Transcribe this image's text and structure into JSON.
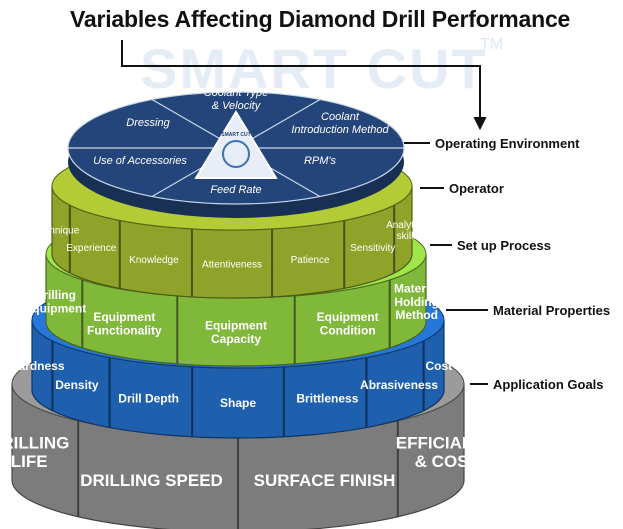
{
  "title": "Variables Affecting Diamond Drill Performance",
  "watermark": "SMART CUT",
  "watermark_tm": "TM",
  "logo_text": "SMART CUT",
  "colors": {
    "top_disc": "#24457a",
    "operator": "#8fa32a",
    "setup": "#80b83a",
    "material": "#1e5fae",
    "application": "#7c7c7c"
  },
  "callouts": {
    "operating_environment": "Operating Environment",
    "operator": "Operator",
    "setup_process": "Set up Process",
    "material_properties": "Material Properties",
    "application_goals": "Application Goals"
  },
  "layers": {
    "top": [
      "Coolant Type & Velocity",
      "Coolant Introduction Method",
      "RPM's",
      "Feed Rate",
      "Use of Accessories",
      "Dressing"
    ],
    "operator": [
      "Technique",
      "Experience",
      "Knowledge",
      "Attentiveness",
      "Patience",
      "Sensitivity",
      "Analytical skills"
    ],
    "setup": [
      "Drilling Equipment",
      "Equipment Functionality",
      "Equipment Capacity",
      "Equipment Condition",
      "Material Holding Method"
    ],
    "material": [
      "Hardness",
      "Density",
      "Drill Depth",
      "Shape",
      "Brittleness",
      "Abrasiveness",
      "Cost"
    ],
    "application": [
      "DRILLING LIFE",
      "DRILLING SPEED",
      "SURFACE FINISH",
      "EFFICIANCY & COST"
    ]
  }
}
